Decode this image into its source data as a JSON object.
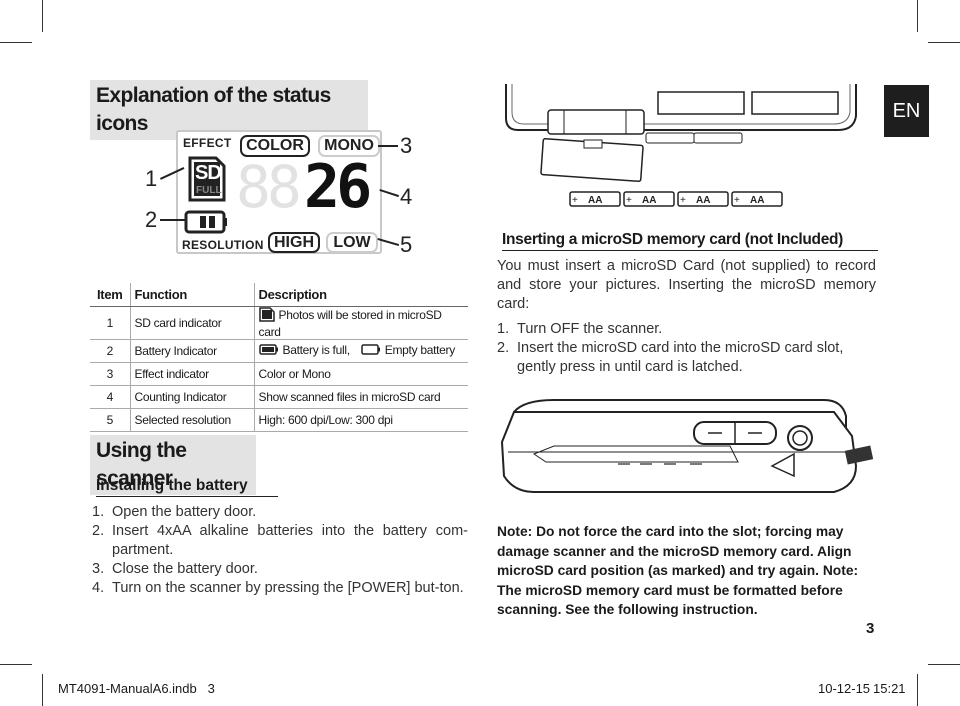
{
  "status_section": {
    "title": "Explanation of the status icons"
  },
  "lcd_diagram": {
    "effect_label": "EFFECT",
    "color_label": "COLOR",
    "mono_label": "MONO",
    "sd_label": "SD",
    "full_label": "FULL",
    "digits_dim": "88",
    "digits_count": "26",
    "resolution_label": "RESOLUTION",
    "high_label": "HIGH",
    "low_label": "LOW",
    "callouts": [
      "1",
      "2",
      "3",
      "4",
      "5"
    ]
  },
  "status_table": {
    "headers": [
      "Item",
      "Function",
      "Description"
    ],
    "rows": [
      {
        "item": "1",
        "function": "SD card indicator",
        "description": "Photos will be stored in microSD card",
        "icon": "sd-icon"
      },
      {
        "item": "2",
        "function": "Battery Indicator",
        "description": "Battery is full,",
        "description_2": "Empty battery",
        "icon": "battery-full-icon",
        "icon_2": "battery-empty-icon"
      },
      {
        "item": "3",
        "function": "Effect indicator",
        "description": "Color or Mono"
      },
      {
        "item": "4",
        "function": "Counting Indicator",
        "description": "Show scanned files in microSD card"
      },
      {
        "item": "5",
        "function": "Selected resolution",
        "description": "High: 600 dpi/Low: 300 dpi"
      }
    ]
  },
  "using_section": {
    "title": "Using the scanner",
    "battery_subtitle": "Installing the battery",
    "steps": [
      {
        "n": "1.",
        "text": "Open the battery door."
      },
      {
        "n": "2.",
        "text": "Insert 4xAA alkaline batteries into the battery com-partment."
      },
      {
        "n": "3.",
        "text": "Close the battery door."
      },
      {
        "n": "4.",
        "text": "Turn on the scanner by pressing the [POWER] but-ton."
      }
    ]
  },
  "language_tab": "EN",
  "battery_illustration": {
    "cell_label": "AA"
  },
  "microsd_section": {
    "title": "Inserting a microSD memory card (not Included)",
    "intro": "You must insert a microSD Card (not supplied) to record and store your pictures. Inserting the microSD memory card:",
    "steps": [
      {
        "n": "1.",
        "text": "Turn OFF the scanner."
      },
      {
        "n": "2.",
        "text": "Insert the microSD card into the microSD card slot, gently press in until card is latched."
      }
    ]
  },
  "note": "Note: Do not force the card into the slot; forcing may damage scanner and the microSD memory card. Align microSD card position (as marked) and try again. Note: The microSD memory card must be formatted before scanning. See the following instruction.",
  "page_number": "3",
  "footer": {
    "file": "MT4091-ManualA6.indb   3",
    "date": "10-12-15",
    "time": "15:21"
  }
}
